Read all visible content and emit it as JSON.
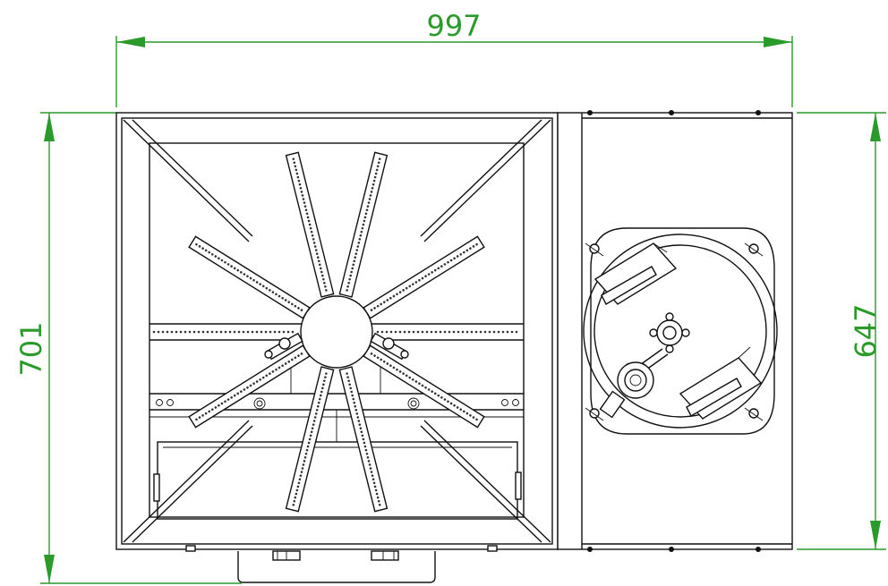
{
  "dimensions": {
    "overall_width": "997",
    "overall_height": "701",
    "tank_height": "647"
  },
  "colors": {
    "dimension": "#2a9a2a",
    "linework": "#111111",
    "background": "#ffffff"
  }
}
